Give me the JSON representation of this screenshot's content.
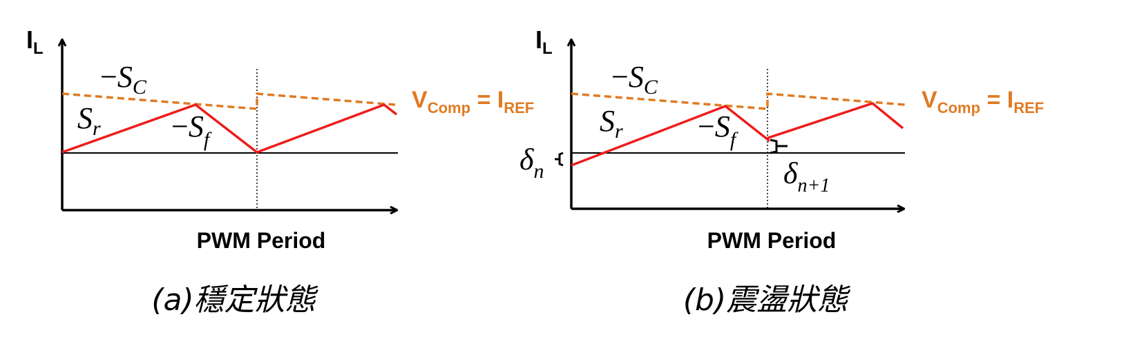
{
  "colors": {
    "current": "#ee1c1c",
    "comp": "#e07a22",
    "axis": "#000000"
  },
  "panel_a": {
    "y_axis_main": "I",
    "y_axis_sub": "L",
    "x_axis_label": "PWM Period",
    "sc_minus": "−",
    "sc_main": "S",
    "sc_sub": "C",
    "sr_main": "S",
    "sr_sub": "r",
    "sf_minus": "−",
    "sf_main": "S",
    "sf_sub": "f",
    "vcomp_main": "V",
    "vcomp_sub": "Comp",
    "vcomp_eq": " = I",
    "vcomp_ref": "REF",
    "caption": "(a)穩定狀態"
  },
  "panel_b": {
    "y_axis_main": "I",
    "y_axis_sub": "L",
    "x_axis_label": "PWM Period",
    "sc_minus": "−",
    "sc_main": "S",
    "sc_sub": "C",
    "sr_main": "S",
    "sr_sub": "r",
    "sf_minus": "−",
    "sf_main": "S",
    "sf_sub": "f",
    "delta_n_main": "δ",
    "delta_n_sub": "n",
    "delta_n1_main": "δ",
    "delta_n1_sub": "n+1",
    "vcomp_main": "V",
    "vcomp_sub": "Comp",
    "vcomp_eq": " = I",
    "vcomp_ref": "REF",
    "caption": "(b)震盪狀態"
  }
}
